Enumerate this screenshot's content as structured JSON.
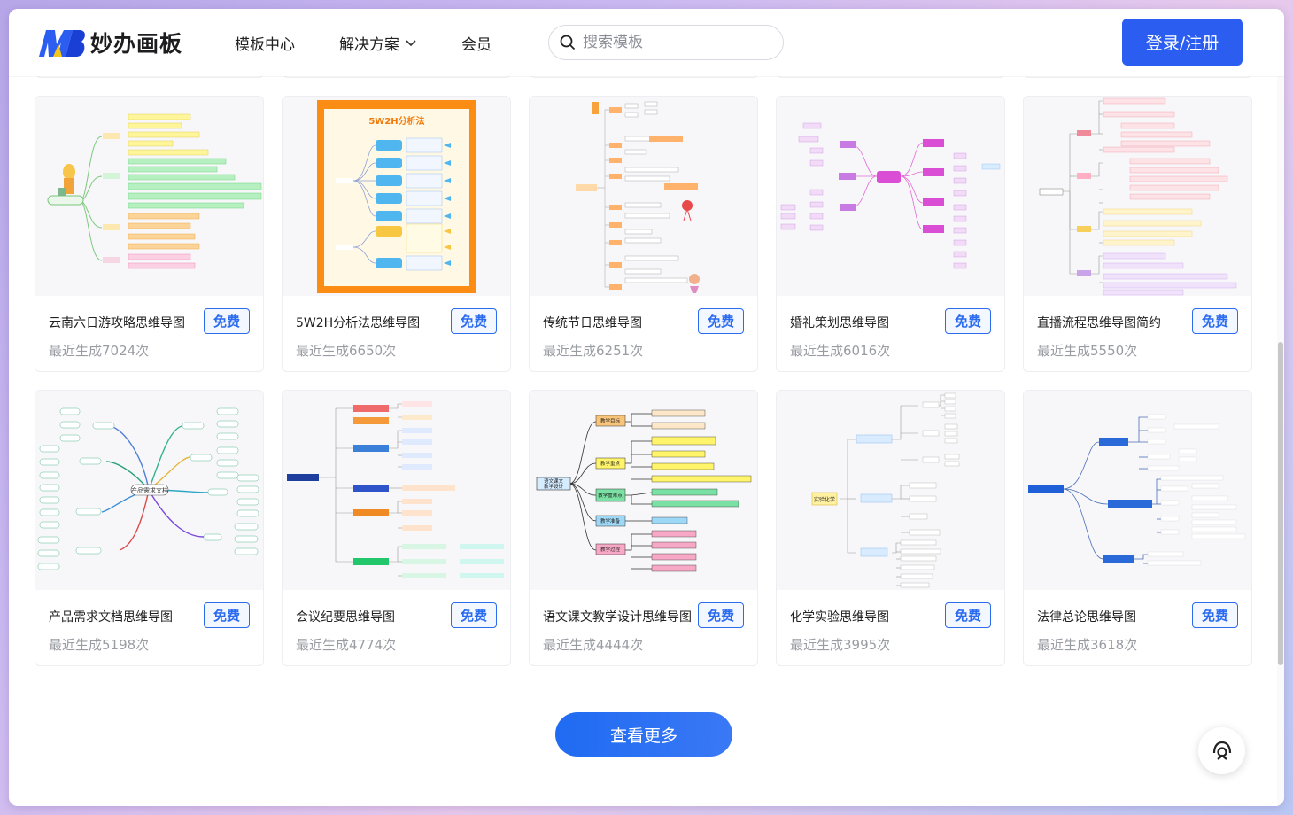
{
  "header": {
    "brand": "妙办画板",
    "nav": [
      "模板中心",
      "解决方案",
      "会员"
    ],
    "search_placeholder": "搜索模板",
    "login_label": "登录/注册"
  },
  "templates": [
    {
      "title": "云南六日游攻略思维导图",
      "badge": "免费",
      "count": "最近生成7024次"
    },
    {
      "title": "5W2H分析法思维导图",
      "badge": "免费",
      "count": "最近生成6650次"
    },
    {
      "title": "传统节日思维导图",
      "badge": "免费",
      "count": "最近生成6251次"
    },
    {
      "title": "婚礼策划思维导图",
      "badge": "免费",
      "count": "最近生成6016次"
    },
    {
      "title": "直播流程思维导图简约",
      "badge": "免费",
      "count": "最近生成5550次"
    },
    {
      "title": "产品需求文档思维导图",
      "badge": "免费",
      "count": "最近生成5198次"
    },
    {
      "title": "会议纪要思维导图",
      "badge": "免费",
      "count": "最近生成4774次"
    },
    {
      "title": "语文课文教学设计思维导图",
      "badge": "免费",
      "count": "最近生成4444次"
    },
    {
      "title": "化学实验思维导图",
      "badge": "免费",
      "count": "最近生成3995次"
    },
    {
      "title": "法律总论思维导图",
      "badge": "免费",
      "count": "最近生成3618次"
    }
  ],
  "thumb_texts": {
    "fivew2h_title": "5W2H分析法",
    "chinese_root": "语文课文\n教学设计",
    "chinese_branches": [
      "教学目标",
      "教学重点",
      "教学重难点",
      "教学准备",
      "教学过程"
    ],
    "product_root": "产品需求文档",
    "chem_root": "实验化学"
  },
  "more_label": "查看更多",
  "colors": {
    "brand": "#2b5df0",
    "badge": "#2b6bf0"
  }
}
